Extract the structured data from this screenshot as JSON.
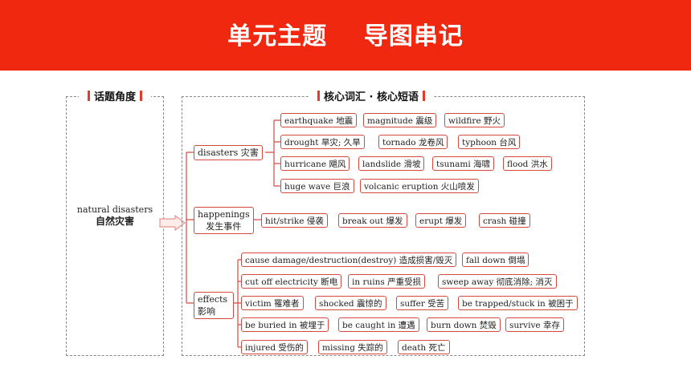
{
  "header": {
    "title": "单元主题    导图串记"
  },
  "left_panel": {
    "heading": "话题角度",
    "topic_en": "natural disasters",
    "topic_zh": "自然灾害"
  },
  "right_panel": {
    "heading": "核心词汇 · 核心短语"
  },
  "categories": [
    {
      "label_line1": "disasters 灾害",
      "label_line2": "",
      "rows": [
        [
          "earthquake 地震",
          "magnitude 震级",
          "wildfire 野火"
        ],
        [
          "drought 旱灾; 久旱",
          "tornado 龙卷风",
          "typhoon 台风"
        ],
        [
          "hurricane 飓风",
          "landslide 滑坡",
          "tsunami 海啸",
          "flood 洪水"
        ],
        [
          "huge wave 巨浪",
          "volcanic eruption 火山喷发"
        ]
      ]
    },
    {
      "label_line1": "happenings",
      "label_line2": "发生事件",
      "rows": [
        [
          "hit/strike 侵袭",
          "break out 爆发",
          "erupt 爆发",
          "crash 碰撞"
        ]
      ]
    },
    {
      "label_line1": "effects",
      "label_line2": "影响",
      "rows": [
        [
          "cause damage/destruction(destroy) 造成损害/毁灭",
          "fall down 倒塌"
        ],
        [
          "cut off electricity 断电",
          "in ruins 严重受损",
          "sweep away 彻底消除; 消灭"
        ],
        [
          "victim 罹难者",
          "shocked 震惊的",
          "suffer 受苦",
          "be trapped/stuck in 被困于"
        ],
        [
          "be buried in 被埋于",
          "be caught in 遭遇",
          "burn down 焚毁",
          "survive 幸存"
        ],
        [
          "injured 受伤的",
          "missing 失踪的",
          "death 死亡"
        ]
      ]
    }
  ]
}
